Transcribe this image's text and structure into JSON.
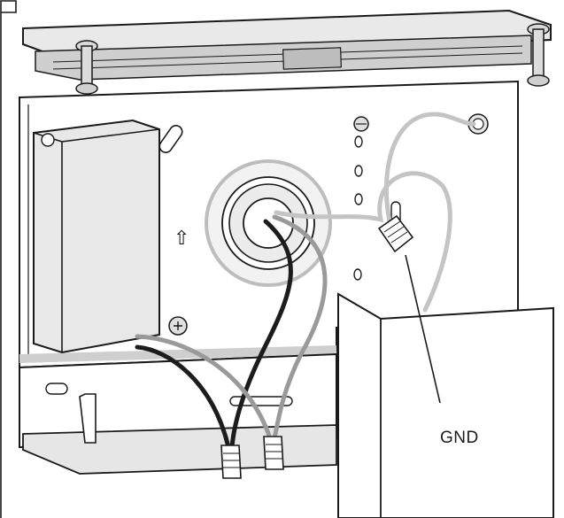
{
  "figure": {
    "callouts": [
      {
        "id": "gnd",
        "text": "GND"
      }
    ],
    "orientation_marker": {
      "glyph": "⇧",
      "meaning": "up-arrow"
    },
    "colors": {
      "line": "#1a1a1a",
      "background": "#ffffff",
      "plate_shade": "#e6e6e6",
      "wire_black": "#1c1c1c",
      "wire_gray": "#9a9a9a",
      "wire_light": "#c4c4c4"
    }
  }
}
